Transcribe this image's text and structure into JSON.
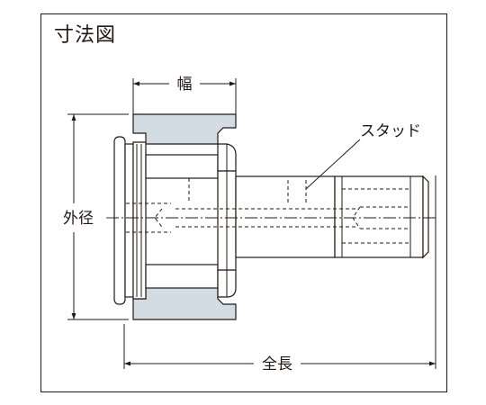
{
  "title": "寸法図",
  "labels": {
    "width": "幅",
    "outer_diameter": "外径",
    "stud": "スタッド",
    "total_length": "全長"
  },
  "colors": {
    "line": "#231815",
    "section_fill": "#d3dbe3",
    "background": "#ffffff"
  }
}
